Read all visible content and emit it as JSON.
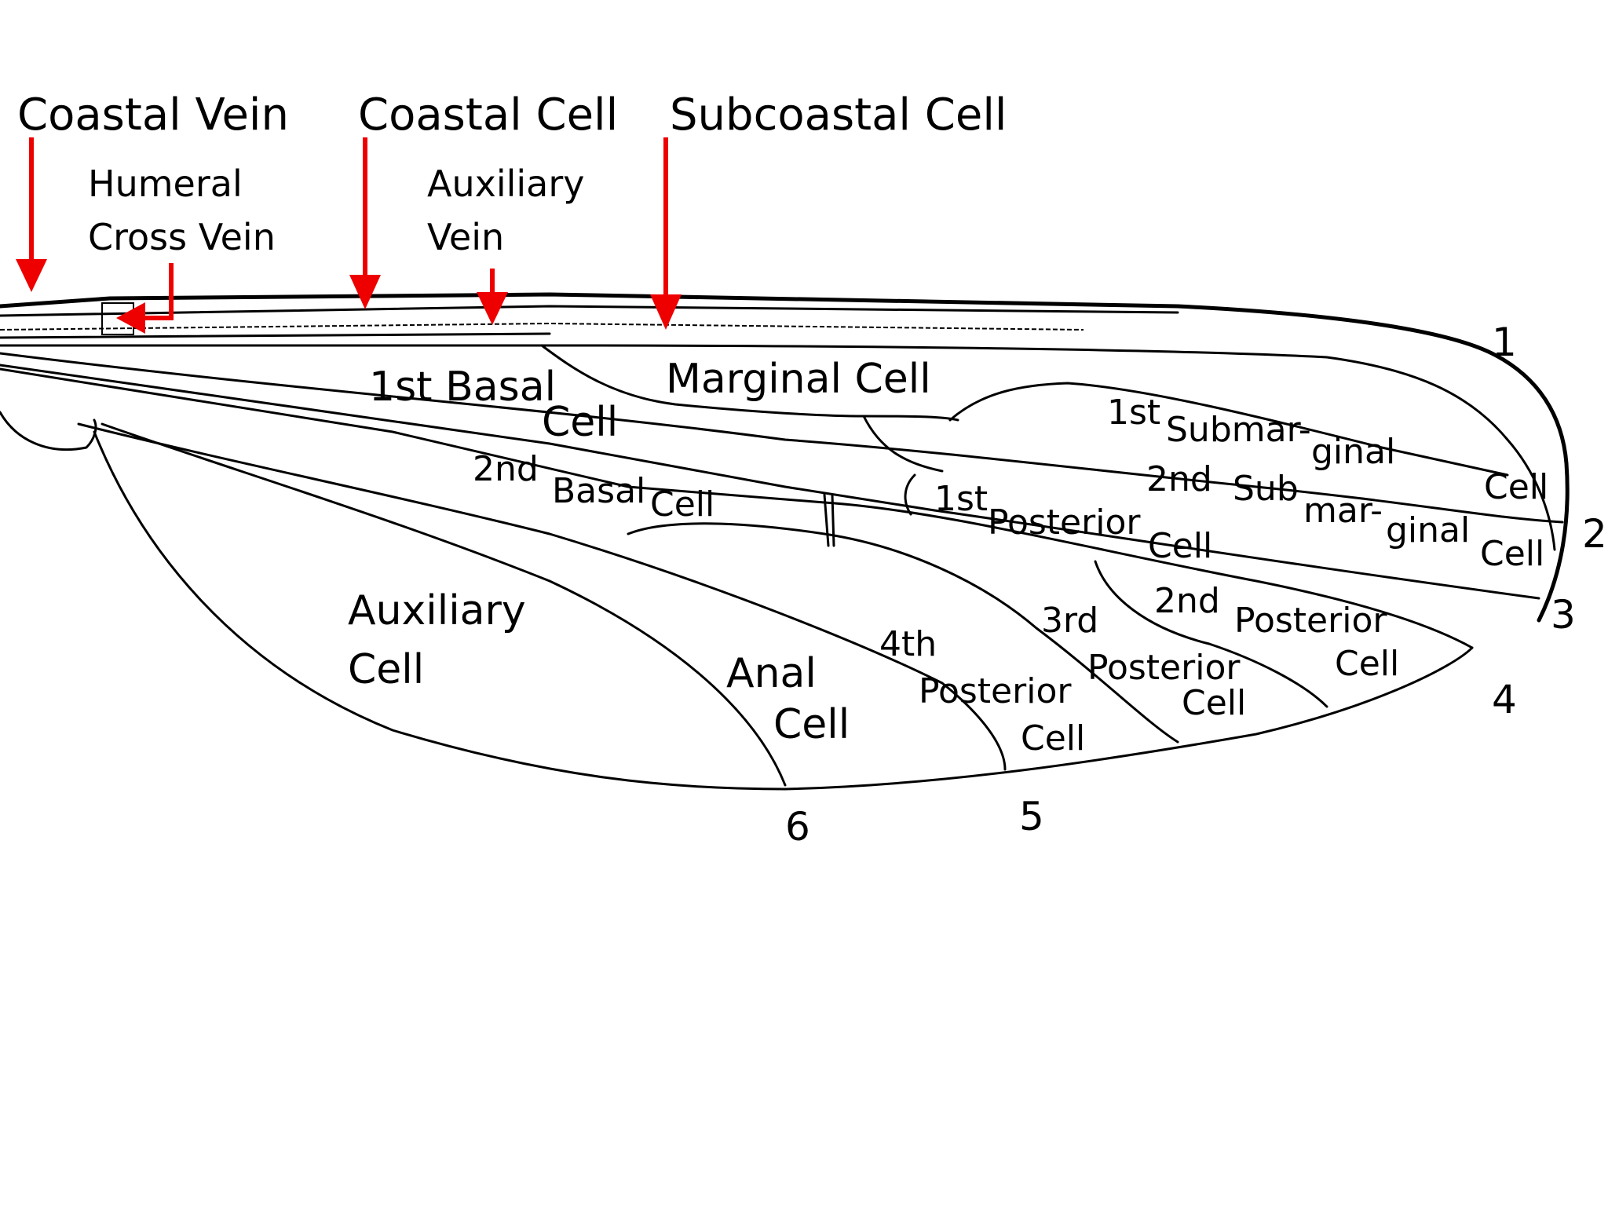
{
  "labels": {
    "coastal_vein": "Coastal Vein",
    "coastal_cell": "Coastal Cell",
    "subcoastal_cell": "Subcoastal Cell",
    "humeral_line1": "Humeral",
    "humeral_line2": "Cross Vein",
    "auxiliary_vein_line1": "Auxiliary",
    "auxiliary_vein_line2": "Vein",
    "first_basal": "1st Basal",
    "first_basal_cell": "Cell",
    "marginal_cell": "Marginal Cell",
    "first_sub_1st": "1st",
    "first_sub_submar": "Submar-",
    "first_sub_ginal": "ginal",
    "first_sub_cell": "Cell",
    "second_sub_2nd": "2nd",
    "second_sub_sub": "Sub",
    "second_sub_mar": "mar-",
    "second_sub_ginal": "ginal",
    "second_sub_cell": "Cell",
    "second_basal_2nd": "2nd",
    "second_basal_basal": "Basal",
    "second_basal_cell": "Cell",
    "first_post_1st": "1st",
    "first_post_posterior": "Posterior",
    "first_post_cell": "Cell",
    "second_post_2nd": "2nd",
    "second_post_posterior": "Posterior",
    "second_post_cell": "Cell",
    "third_post_3rd": "3rd",
    "third_post_posterior": "Posterior",
    "third_post_cell": "Cell",
    "fourth_post_4th": "4th",
    "fourth_post_posterior": "Posterior",
    "fourth_post_cell": "Cell",
    "anal": "Anal",
    "anal_cell": "Cell",
    "auxiliary_cell_line1": "Auxiliary",
    "auxiliary_cell_line2": "Cell"
  },
  "vein_numbers": [
    "1",
    "2",
    "3",
    "4",
    "5",
    "6"
  ],
  "colors": {
    "arrow": "#ee0000",
    "line": "#000000",
    "background": "#ffffff"
  }
}
